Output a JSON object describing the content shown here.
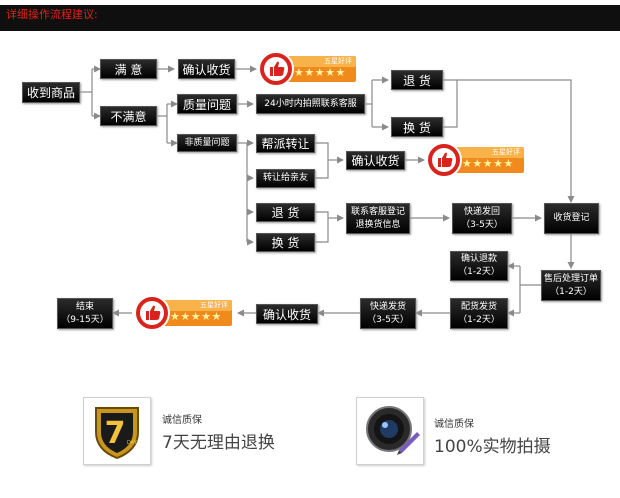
{
  "header": {
    "title": "详细操作流程建议:"
  },
  "nodes": {
    "receive": "收到商品",
    "satisfied": "满 意",
    "confirm_receipt_1": "确认收货",
    "unsatisfied": "不满意",
    "quality_issue": "质量问题",
    "service_24h": "24小时内拍照联系客服",
    "return_1": "退 货",
    "exchange_1": "换 货",
    "non_quality_issue": "非质量问题",
    "help_transfer": "帮派转让",
    "transfer_friend": "转让给亲友",
    "confirm_receipt_2": "确认收货",
    "return_2": "退 货",
    "exchange_2": "换 货",
    "contact_register_l1": "联系客服登记",
    "contact_register_l2": "退换货信息",
    "express_return_l1": "快递发回",
    "express_return_l2": "（3-5天）",
    "receive_register": "收货登记",
    "confirm_refund_l1": "确认退款",
    "confirm_refund_l2": "（1-2天）",
    "aftersale_l1": "售后处理订单",
    "aftersale_l2": "（1-2天）",
    "ship_l1": "配货发货",
    "ship_l2": "（1-2天）",
    "express_ship_l1": "快递发货",
    "express_ship_l2": "（3-5天）",
    "confirm_receipt_3": "确认收货",
    "end_l1": "结束",
    "end_l2": "（9-15天）"
  },
  "badge": {
    "label": "五星好评",
    "stars": 5,
    "star_glyphs": "★★★★★"
  },
  "guarantees": [
    {
      "small": "诚信质保",
      "big": "7天无理由退换",
      "icon": "7-day-shield-icon",
      "icon_text": "7",
      "icon_sub": "DAY"
    },
    {
      "small": "诚信质保",
      "big": "100%实物拍摄",
      "icon": "camera-lens-icon"
    }
  ],
  "colors": {
    "accent_red": "#e0231a",
    "node_bg": "#111111",
    "line": "#8a8a8a",
    "badge_orange": "#f08a1c"
  }
}
